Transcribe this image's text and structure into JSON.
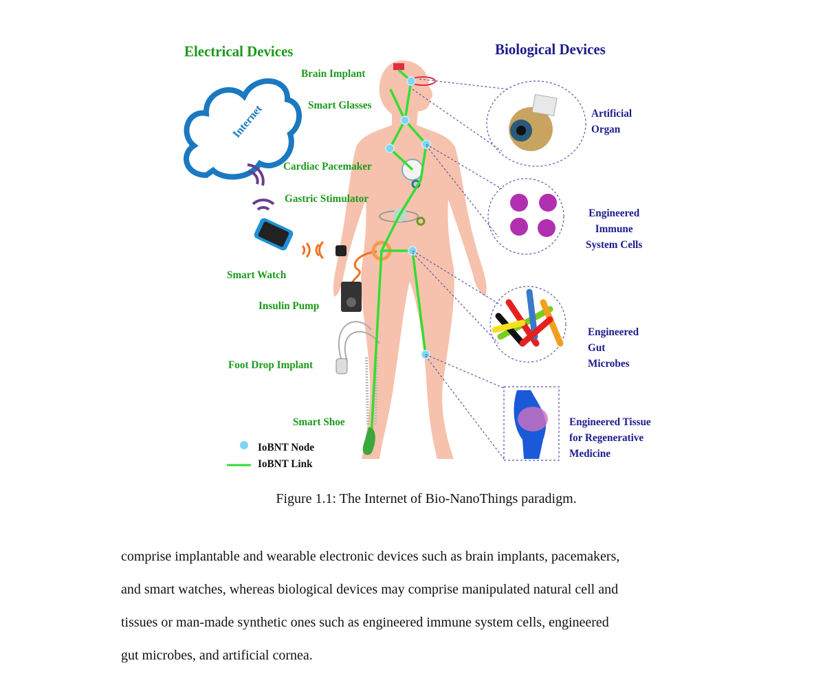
{
  "figure": {
    "electrical_header": "Electrical Devices",
    "biological_header": "Biological Devices",
    "cloud_label": "Internet",
    "electrical_labels": [
      "Brain Implant",
      "Smart Glasses",
      "Cardiac Pacemaker",
      "Gastric Stimulator",
      "Smart Watch",
      "Insulin Pump",
      "Foot Drop Implant",
      "Smart Shoe"
    ],
    "biological_labels": [
      [
        "Artificial",
        "Organ"
      ],
      [
        "Engineered",
        "Immune",
        "System Cells"
      ],
      [
        "Engineered",
        "Gut",
        "Microbes"
      ],
      [
        "Engineered Tissue",
        "for Regenerative",
        "Medicine"
      ]
    ],
    "legend": {
      "node": "IoBNT Node",
      "link": "IoBNT Link"
    },
    "colors": {
      "electrical": "#1b9a1b",
      "biological": "#1c1c8c",
      "link": "#33dd33",
      "node": "#7fd6f0",
      "body": "#f6c2ad"
    }
  },
  "caption": "Figure 1.1: The Internet of Bio-NanoThings paradigm.",
  "body_lines": [
    "comprise implantable and wearable electronic devices such as brain implants, pacemakers,",
    "and smart watches, whereas biological devices may comprise manipulated natural cell and",
    "tissues or man-made synthetic ones such as engineered immune system cells, engineered",
    "gut microbes, and artificial cornea."
  ]
}
